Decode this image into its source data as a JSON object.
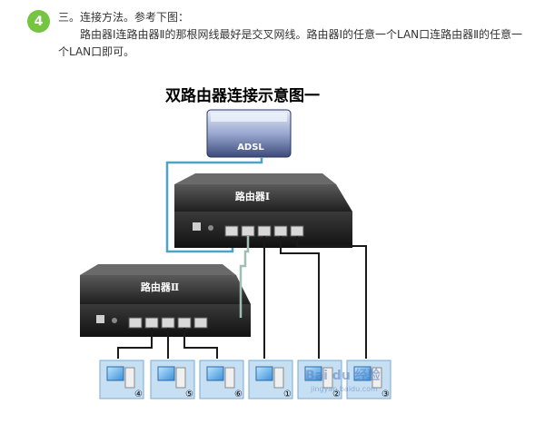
{
  "step": {
    "number": "4"
  },
  "text": {
    "line1": "三。连接方法。参考下图：",
    "line2": "路由器Ⅰ连路由器Ⅱ的那根网线最好是交叉网线。路由器Ⅰ的任意一个LAN口连路由器Ⅱ的任意一个LAN口即可。"
  },
  "figure": {
    "title": "双路由器连接示意图一",
    "modem_label": "ADSL",
    "router1_label": "路由器Ⅰ",
    "router2_label": "路由器Ⅱ",
    "pcs": [
      "④",
      "⑤",
      "⑥",
      "①",
      "②",
      "③"
    ]
  },
  "watermark": {
    "brand": "Bai du 经验",
    "url": "jingyan.baidu.com"
  },
  "colors": {
    "accent": "#76c443",
    "cable_blue": "#4fa3c8",
    "cable_black": "#1a1a1a"
  }
}
